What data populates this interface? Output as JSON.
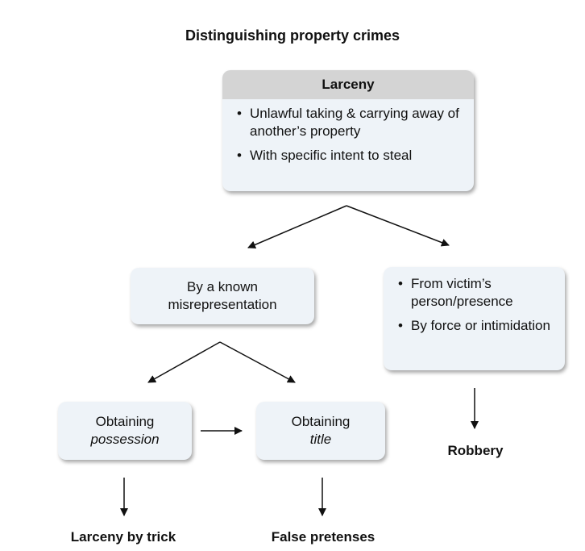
{
  "title": "Distinguishing property crimes",
  "larceny": {
    "heading": "Larceny",
    "bullets": [
      "Unlawful taking & carrying away of another’s property",
      "With specific intent to steal"
    ]
  },
  "misrepresentation": {
    "line1": "By a known",
    "line2": "misrepresentation"
  },
  "robbery_conditions": {
    "bullets": [
      "From victim’s person/presence",
      "By force or intimidation"
    ]
  },
  "possession": {
    "line1": "Obtaining",
    "line2": "possession"
  },
  "title_box": {
    "line1": "Obtaining",
    "line2": "title"
  },
  "outcomes": {
    "trick": "Larceny by trick",
    "false_pretenses": "False pretenses",
    "robbery": "Robbery"
  },
  "colors": {
    "box_fill": "#eef3f8",
    "header_fill": "#d4d4d4",
    "arrow": "#111111"
  }
}
